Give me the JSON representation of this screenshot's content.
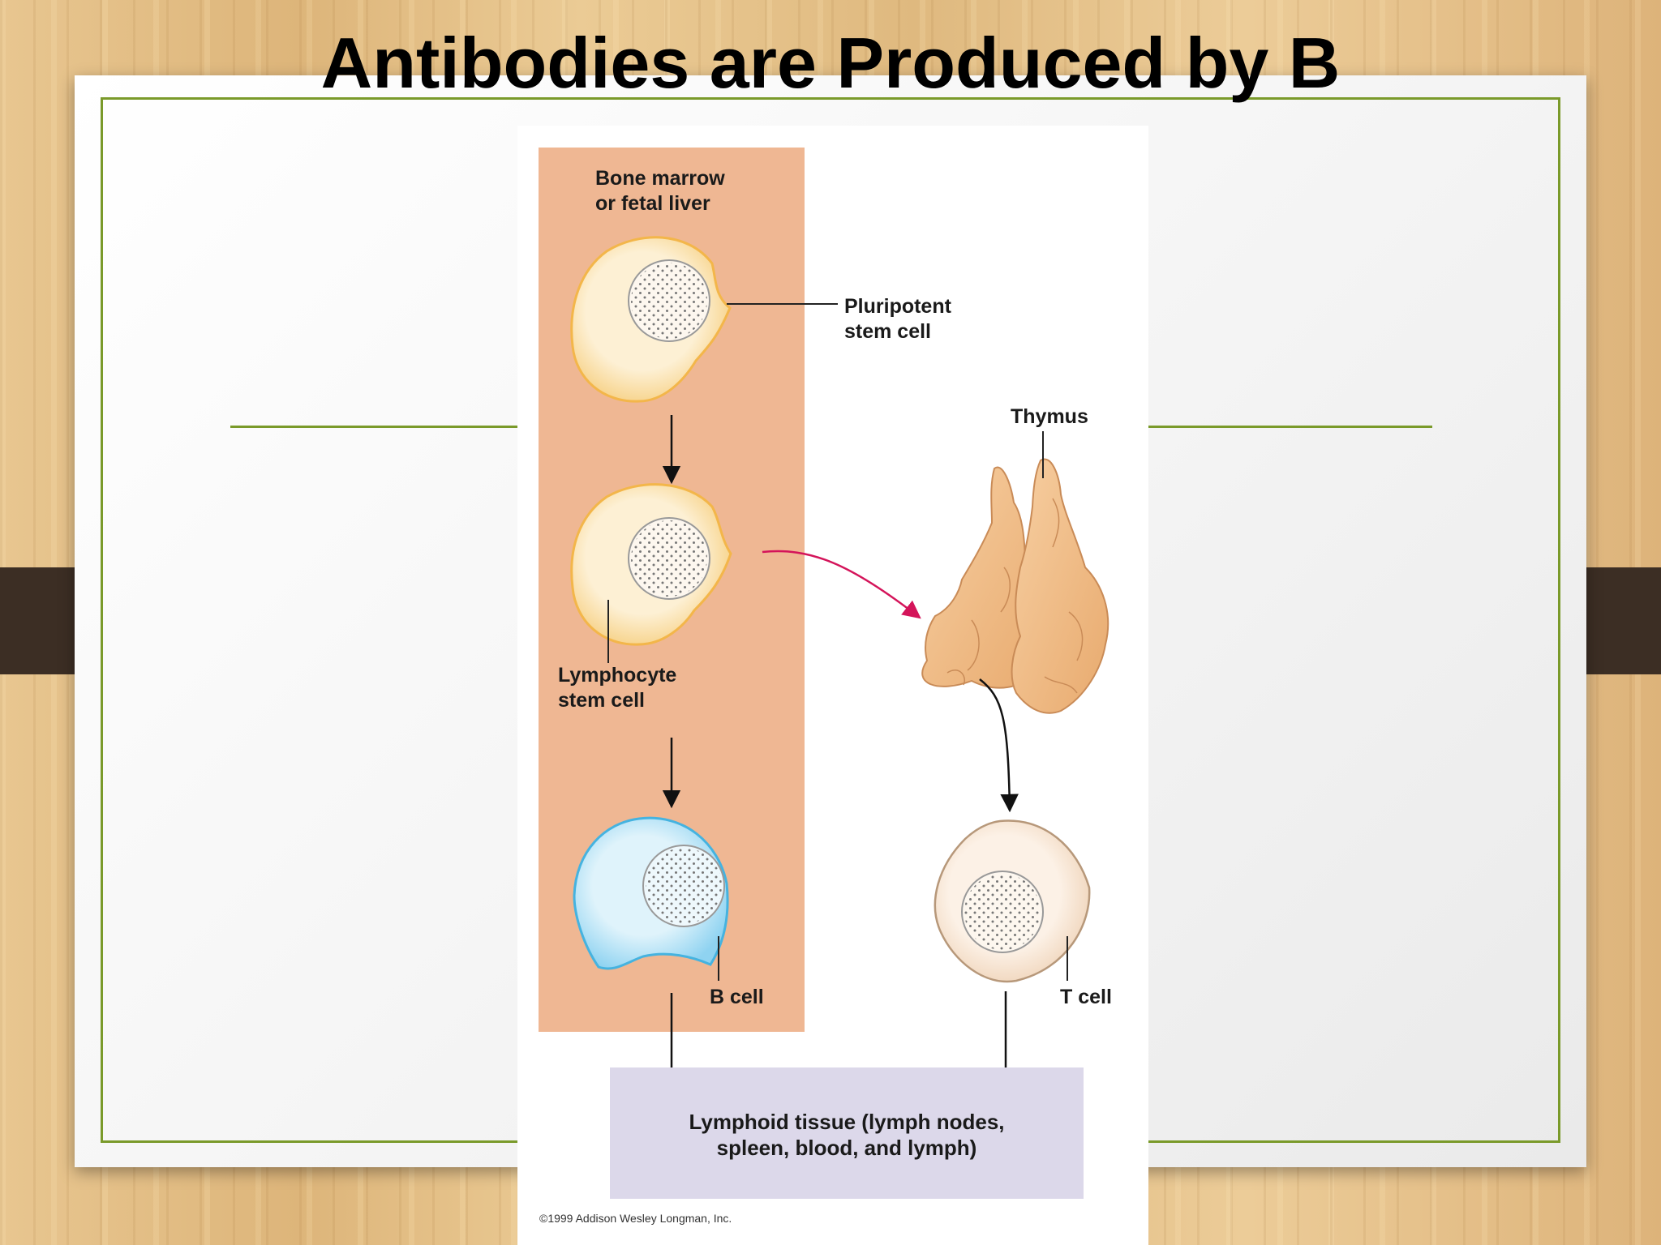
{
  "slide": {
    "title": "Antibodies are Produced by B"
  },
  "figure": {
    "compartment_label": "Bone marrow\nor fetal liver",
    "pluripotent_label": "Pluripotent\nstem cell",
    "lymphocyte_label": "Lymphocyte\nstem cell",
    "thymus_label": "Thymus",
    "b_cell_label": "B cell",
    "t_cell_label": "T cell",
    "lymphoid_tissue_label": "Lymphoid tissue (lymph nodes,\nspleen, blood, and lymph)",
    "credit": "©1999 Addison Wesley Longman, Inc."
  },
  "colors": {
    "frame_green": "#7a9a2a",
    "marrow_panel": "#efb793",
    "stem_cell_fill": "#fbe3b4",
    "b_cell_fill": "#b6e2f5",
    "t_cell_fill": "#f8e6d6",
    "thymus_fill": "#f2c08e",
    "lymphoid_box": "#dcd8ea",
    "thymus_arrow": "#d4145a"
  }
}
